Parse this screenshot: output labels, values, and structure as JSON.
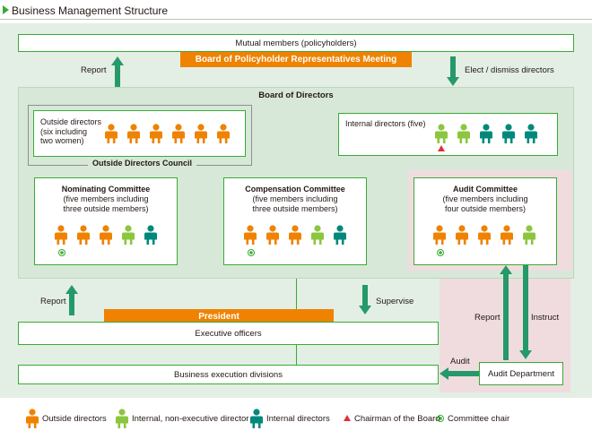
{
  "title": "Business Management Structure",
  "mutual_members": "Mutual members (policyholders)",
  "board_policyholder": "Board of Policyholder Representatives Meeting",
  "report_top": "Report",
  "elect_dismiss": "Elect / dismiss directors",
  "board_of_directors": "Board of Directors",
  "outside_directors_box": {
    "line1": "Outside directors",
    "line2": "(six including",
    "line3": "two women)"
  },
  "outside_directors_council": "Outside Directors Council",
  "internal_directors": "Internal directors (five)",
  "nominating": {
    "title": "Nominating Committee",
    "line1": "(five members including",
    "line2": "three outside members)"
  },
  "compensation": {
    "title": "Compensation Committee",
    "line1": "(five members including",
    "line2": "three outside members)"
  },
  "audit_committee": {
    "title": "Audit Committee",
    "line1": "(five members including",
    "line2": "four outside members)"
  },
  "report_mid": "Report",
  "supervise": "Supervise",
  "report_audit": "Report",
  "instruct": "Instruct",
  "president": "President",
  "executive_officers": "Executive officers",
  "audit_label": "Audit",
  "business_execution": "Business execution divisions",
  "audit_department": "Audit Department",
  "legend": {
    "outside": "Outside directors",
    "internal_nonexec": "Internal, non-executive director",
    "internal": "Internal directors",
    "chairman": "Chairman of the Board",
    "committee_chair": "Committee chair"
  },
  "colors": {
    "orange": "#ef8200",
    "lime": "#8cc63f",
    "teal": "#00897b",
    "green_line": "#3aaa35",
    "panel_green": "#e3efe4",
    "pink": "#f0dcdf",
    "red_triangle": "#e0303c"
  }
}
